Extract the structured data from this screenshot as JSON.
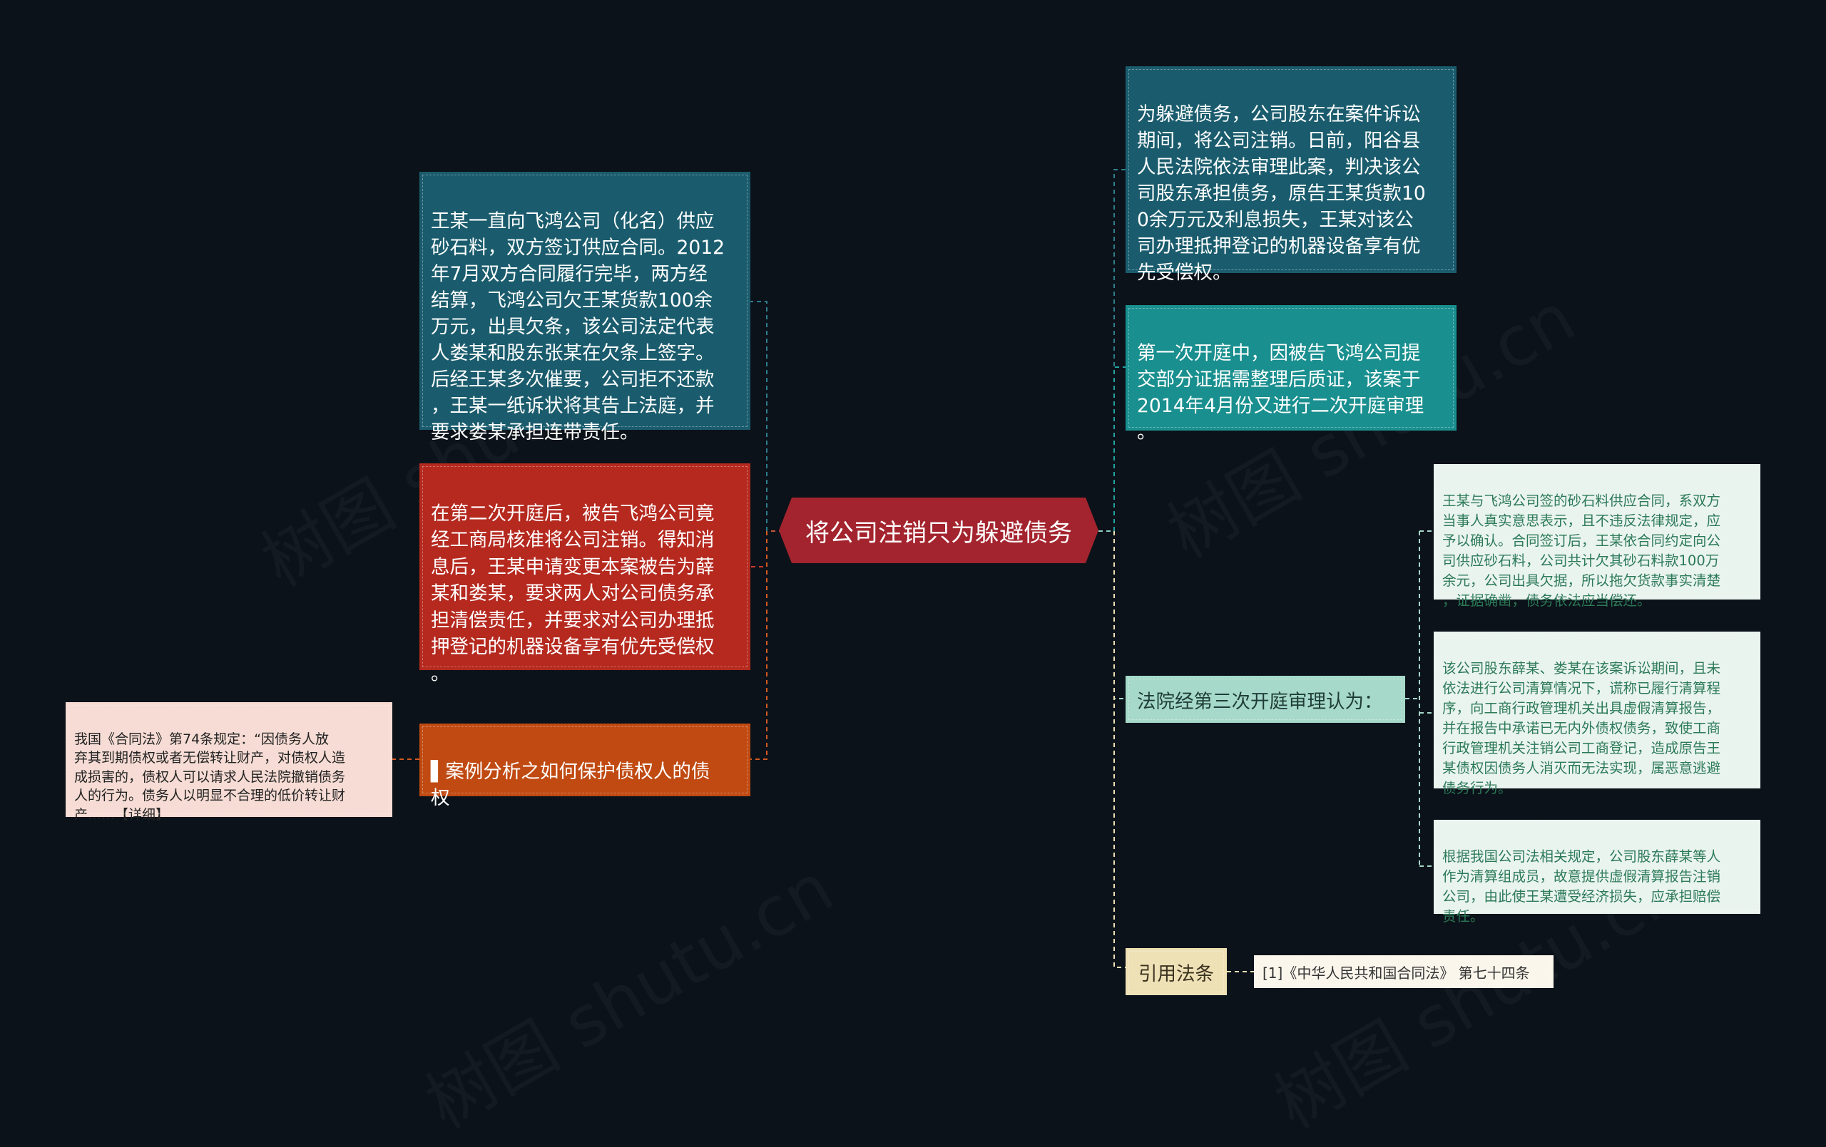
{
  "central": {
    "title": "将公司注销只为躲避债务"
  },
  "left": {
    "case_intro": "王某一直向飞鸿公司（化名）供应\n砂石料，双方签订供应合同。2012\n年7月双方合同履行完毕，两方经\n结算，飞鸿公司欠王某货款100余\n万元，出具欠条，该公司法定代表\n人娄某和股东张某在欠条上签字。\n后经王某多次催要，公司拒不还款\n，王某一纸诉状将其告上法庭，并\n要求娄某承担连带责任。",
    "second_trial": "在第二次开庭后，被告飞鸿公司竟\n经工商局核准将公司注销。得知消\n息后，王某申请变更本案被告为薛\n某和娄某，要求两人对公司债务承\n担清偿责任，并要求对公司办理抵\n押登记的机器设备享有优先受偿权\n。",
    "case_link": "▌案例分析之如何保护债权人的债\n权",
    "case_link_detail": "我国《合同法》第74条规定：“因债务人放\n弃其到期债权或者无偿转让财产，对债权人造\n成损害的，债权人可以请求人民法院撤销债务\n人的行为。债务人以明显不合理的低价转让财\n产……【详细】"
  },
  "right": {
    "summary": "为躲避债务，公司股东在案件诉讼\n期间，将公司注销。日前，阳谷县\n人民法院依法审理此案，判决该公\n司股东承担债务，原告王某货款10\n0余万元及利息损失，王某对该公\n司办理抵押登记的机器设备享有优\n先受偿权。",
    "first_trial": "第一次开庭中，因被告飞鸿公司提\n交部分证据需整理后质证，该案于\n2014年4月份又进行二次开庭审理\n。",
    "court_view": "法院经第三次开庭审理认为：",
    "findings": [
      "王某与飞鸿公司签的砂石料供应合同，系双方\n当事人真实意思表示，且不违反法律规定，应\n予以确认。合同签订后，王某依合同约定向公\n司供应砂石料，公司共计欠其砂石料款100万\n余元，公司出具欠据，所以拖欠货款事实清楚\n，证据确凿，债务依法应当偿还。",
      "该公司股东薛某、娄某在该案诉讼期间，且未\n依法进行公司清算情况下，谎称已履行清算程\n序，向工商行政管理机关出具虚假清算报告，\n并在报告中承诺已无内外债权债务，致使工商\n行政管理机关注销公司工商登记，造成原告王\n某债权因债务人消灭而无法实现，属恶意逃避\n债务行为。",
      "根据我国公司法相关规定，公司股东薛某等人\n作为清算组成员，故意提供虚假清算报告注销\n公司，由此使王某遭受经济损失，应承担赔偿\n责任。"
    ],
    "cite_label": "引用法条",
    "cite_value": "[1]《中华人民共和国合同法》 第七十四条"
  },
  "watermark": "树图 shutu.cn",
  "colors": {
    "background": "#0b1219",
    "central": "#a3242e",
    "teal_dark": "#1a5c6d",
    "teal": "#1a8f8f",
    "red": "#b5291f",
    "orange": "#c04a12",
    "mint": "#a6d9c9",
    "pale_green": "#eaf4ef",
    "pink": "#f6dcd4",
    "beige": "#efe1b6"
  }
}
